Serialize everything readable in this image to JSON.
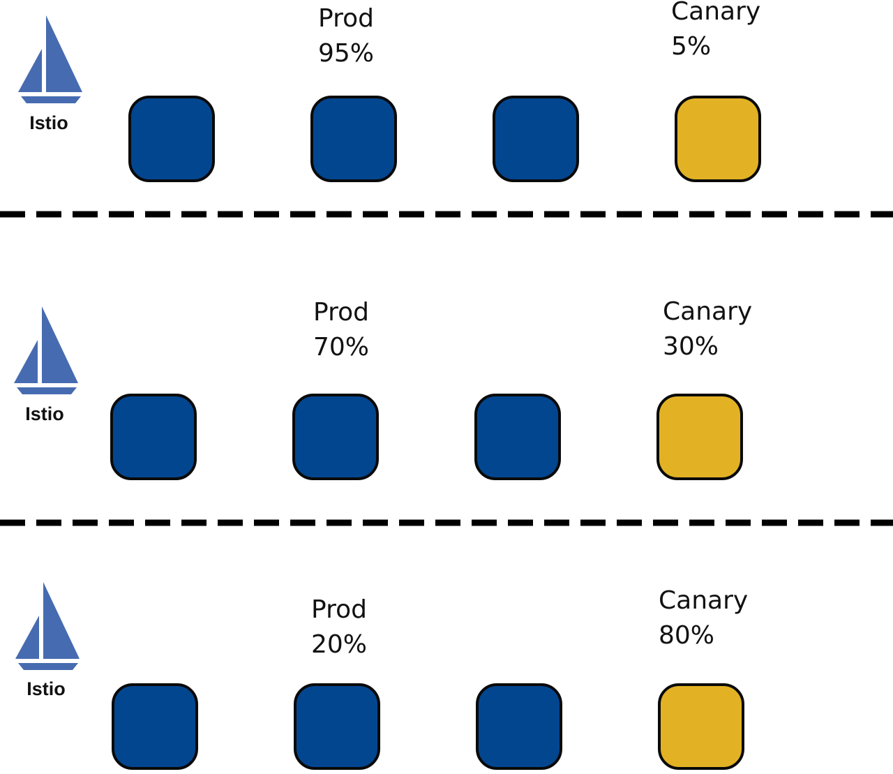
{
  "colors": {
    "prod": "#034690",
    "canary": "#e3b224",
    "logo": "#466bb0",
    "divider": "#000000"
  },
  "panels": [
    {
      "logo": {
        "icon": "istio-sail-icon",
        "text": "Istio"
      },
      "prod": {
        "name": "Prod",
        "percent": "95%"
      },
      "canary": {
        "name": "Canary",
        "percent": "5%"
      },
      "pods": [
        "prod",
        "prod",
        "prod",
        "canary"
      ]
    },
    {
      "logo": {
        "icon": "istio-sail-icon",
        "text": "Istio"
      },
      "prod": {
        "name": "Prod",
        "percent": "70%"
      },
      "canary": {
        "name": "Canary",
        "percent": "30%"
      },
      "pods": [
        "prod",
        "prod",
        "prod",
        "canary"
      ]
    },
    {
      "logo": {
        "icon": "istio-sail-icon",
        "text": "Istio"
      },
      "prod": {
        "name": "Prod",
        "percent": "20%"
      },
      "canary": {
        "name": "Canary",
        "percent": "80%"
      },
      "pods": [
        "prod",
        "prod",
        "prod",
        "canary"
      ]
    }
  ]
}
